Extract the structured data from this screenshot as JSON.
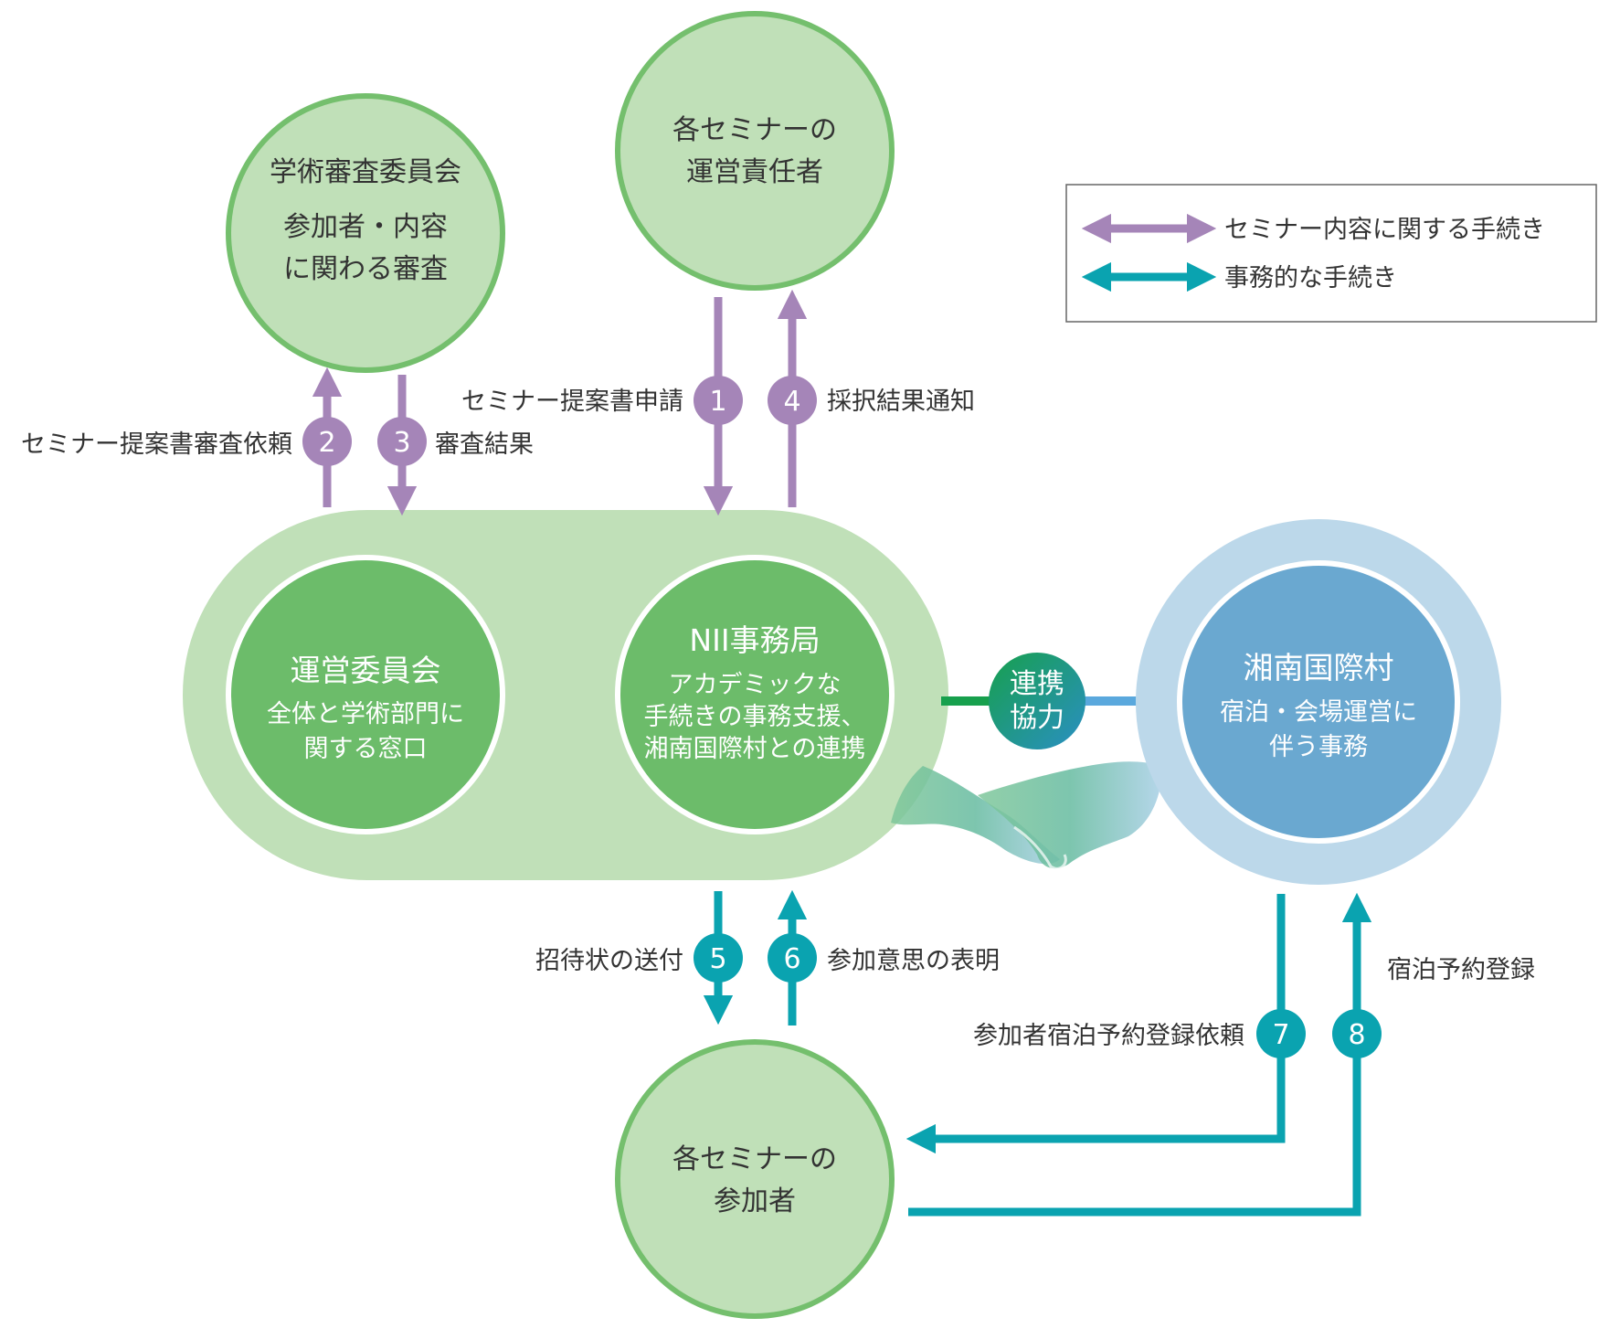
{
  "colors": {
    "node_light_fill": "#c0e0b8",
    "node_stroke": "#74bf6d",
    "node_dark_fill": "#6cbc6a",
    "container_fill": "#c0e0b8",
    "purple": "#a585b8",
    "teal": "#0aa3b0",
    "shonan_ring": "#bcd8ea",
    "shonan_fill": "#6aa8d0",
    "link_green": "#17a04d",
    "link_blue": "#5aa8dd"
  },
  "nodes": {
    "review_committee": {
      "title": "学術審査委員会",
      "line1": "参加者・内容",
      "line2": "に関わる審査"
    },
    "organizers": {
      "line1": "各セミナーの",
      "line2": "運営責任者"
    },
    "steering_committee": {
      "title": "運営委員会",
      "line1": "全体と学術部門に",
      "line2": "関する窓口"
    },
    "nii_office": {
      "title": "NII事務局",
      "line1": "アカデミックな",
      "line2": "手続きの事務支援、",
      "line3": "湘南国際村との連携"
    },
    "shonan_village": {
      "title": "湘南国際村",
      "line1": "宿泊・会場運営に",
      "line2": "伴う事務"
    },
    "participants": {
      "line1": "各セミナーの",
      "line2": "参加者"
    }
  },
  "cooperation": {
    "line1": "連携",
    "line2": "協力"
  },
  "legend": {
    "academic": "セミナー内容に関する手続き",
    "administrative": "事務的な手続き"
  },
  "steps": [
    {
      "num": "1",
      "label": "セミナー提案書申請",
      "type": "academic"
    },
    {
      "num": "2",
      "label": "セミナー提案書審査依頼",
      "type": "academic"
    },
    {
      "num": "3",
      "label": "審査結果",
      "type": "academic"
    },
    {
      "num": "4",
      "label": "採択結果通知",
      "type": "academic"
    },
    {
      "num": "5",
      "label": "招待状の送付",
      "type": "administrative"
    },
    {
      "num": "6",
      "label": "参加意思の表明",
      "type": "administrative"
    },
    {
      "num": "7",
      "label": "参加者宿泊予約登録依頼",
      "type": "administrative"
    },
    {
      "num": "8",
      "label": "宿泊予約登録",
      "type": "administrative"
    }
  ]
}
